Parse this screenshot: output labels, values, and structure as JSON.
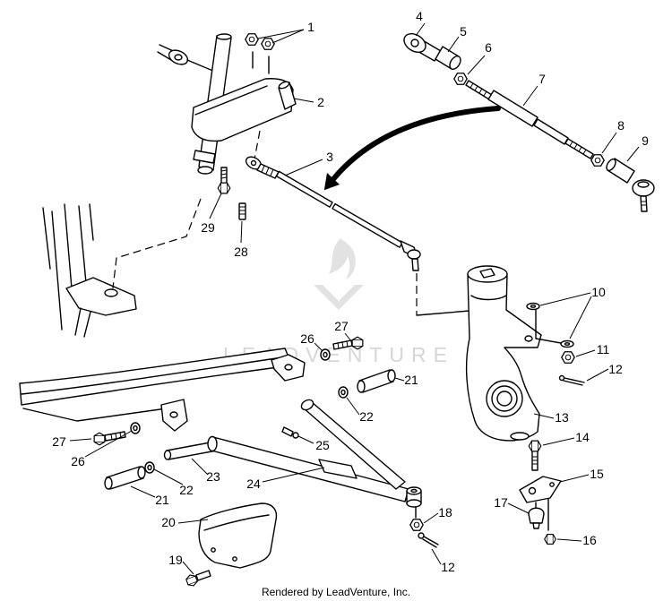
{
  "diagram": {
    "callouts": [
      "1",
      "2",
      "3",
      "4",
      "5",
      "6",
      "7",
      "8",
      "9",
      "10",
      "11",
      "12",
      "13",
      "14",
      "15",
      "16",
      "17",
      "18",
      "19",
      "20",
      "21",
      "22",
      "23",
      "24",
      "25",
      "26",
      "27",
      "28",
      "29",
      "21",
      "22",
      "26",
      "27",
      "12"
    ],
    "footer": "Rendered by LeadVenture, Inc.",
    "watermark": "LEADVENTURE"
  },
  "colors": {
    "line": "#000000",
    "background": "#ffffff",
    "watermark": "#d6d6d6"
  },
  "icons": {
    "watermark_logo": "leadventure-flame-logo"
  }
}
